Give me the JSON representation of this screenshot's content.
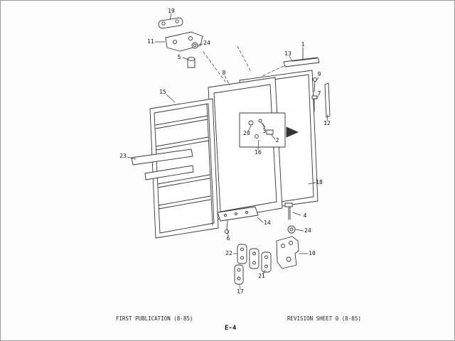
{
  "page": {
    "footer_left": "FIRST PUBLICATION (8-85)",
    "footer_right": "REVISION SHEET 0 (8-85)",
    "page_number": "E-4"
  },
  "diagram": {
    "description": "Exploded parts diagram of refrigerator door assembly",
    "line_color": "#333333",
    "background": "#fdfdfd"
  },
  "callouts": [
    {
      "label": "19"
    },
    {
      "label": "11"
    },
    {
      "label": "24"
    },
    {
      "label": "5"
    },
    {
      "label": "8"
    },
    {
      "label": "13"
    },
    {
      "label": "1"
    },
    {
      "label": "9"
    },
    {
      "label": "7"
    },
    {
      "label": "12"
    },
    {
      "label": "15"
    },
    {
      "label": "23"
    },
    {
      "label": "20"
    },
    {
      "label": "3"
    },
    {
      "label": "2"
    },
    {
      "label": "16"
    },
    {
      "label": "18"
    },
    {
      "label": "14"
    },
    {
      "label": "6"
    },
    {
      "label": "4"
    },
    {
      "label": "24"
    },
    {
      "label": "10"
    },
    {
      "label": "22"
    },
    {
      "label": "21"
    },
    {
      "label": "17"
    }
  ]
}
